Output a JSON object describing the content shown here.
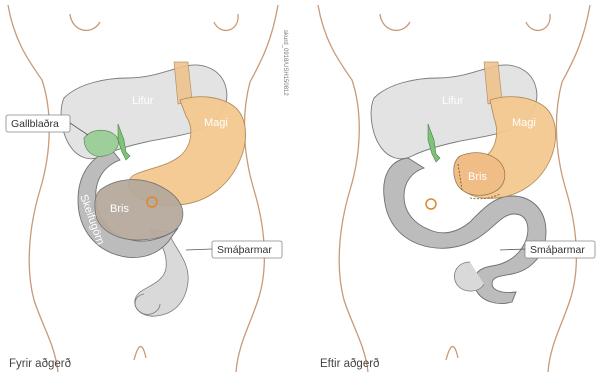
{
  "panels": [
    {
      "caption": "Fyrir aðgerð",
      "labels": {
        "liver": "Lifur",
        "stomach": "Magi",
        "pancreas": "Bris",
        "duodenum": "Skeifugörn",
        "gallbladder": "Gallblaðra",
        "small_intestine": "Smáþarmar"
      }
    },
    {
      "caption": "Eftir aðgerð",
      "labels": {
        "liver": "Lifur",
        "stomach": "Magi",
        "pancreas": "Bris",
        "small_intestine": "Smáþarmar"
      }
    }
  ],
  "source_id": "skurd_0918/USH150812",
  "colors": {
    "liver": "#e3e3e3",
    "stomach": "#f4c98f",
    "pancreas": "#b6aa9c",
    "intestine": "#bcbcbc",
    "gallbladder": "#9ecf9a",
    "esophagus": "#efc38e",
    "outline": "#7a7a7a",
    "body_outline": "#c89a78"
  }
}
